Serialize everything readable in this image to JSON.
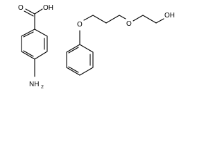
{
  "molecules": [
    {
      "labels": {
        "hydroxyl": "OH",
        "carbonyl_o": "O",
        "amine_n": "NH",
        "amine_sub": "2"
      }
    },
    {
      "labels": {
        "ether_o1": "O",
        "ether_o2": "O",
        "terminal_oh": "OH"
      }
    }
  ],
  "colors": {
    "bond": "#000000",
    "background": "#ffffff",
    "text": "#000000"
  }
}
